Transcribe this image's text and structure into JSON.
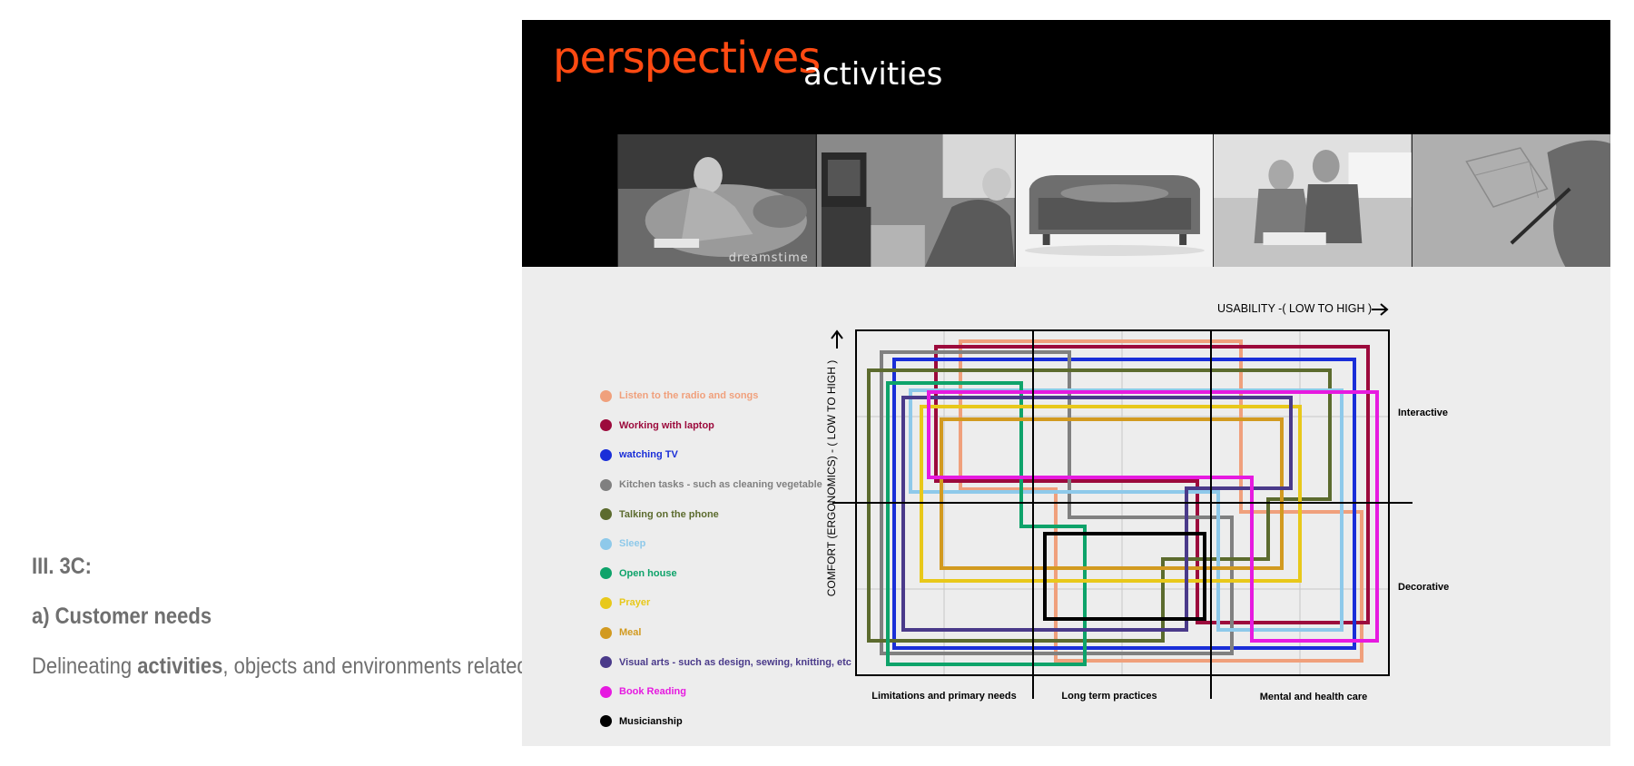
{
  "left_panel": {
    "section_number": "III. 3C:",
    "section_title": "a) Customer needs",
    "description_prefix": "Delineating ",
    "description_bold": "activities",
    "description_suffix": ", objects and environments related to the product."
  },
  "header": {
    "brand": "perspectives",
    "subtitle": "activities",
    "watermark": "dreamstime"
  },
  "diagram": {
    "usability_label": "USABILITY -( LOW TO HIGH )",
    "comfort_label": "COMFORT (ERGONOMICS) - ( LOW TO HIGH )",
    "columns": [
      "Limitations and primary needs",
      "Long term practices",
      "Mental and health care"
    ],
    "rows": [
      "Interactive",
      "Decorative"
    ]
  },
  "legend": [
    {
      "label": "Listen to the radio and songs",
      "color": "#f0a07c"
    },
    {
      "label": "Working with laptop",
      "color": "#9c0a3c"
    },
    {
      "label": "watching TV",
      "color": "#1a2ed8"
    },
    {
      "label": "Kitchen tasks - such as cleaning vegetable",
      "color": "#808080"
    },
    {
      "label": "Talking on the phone",
      "color": "#5c6b2e"
    },
    {
      "label": "Sleep",
      "color": "#8ec9ea"
    },
    {
      "label": "Open house",
      "color": "#0ea36a"
    },
    {
      "label": "Prayer",
      "color": "#e8c81a"
    },
    {
      "label": "Meal",
      "color": "#d29a20"
    },
    {
      "label": "Visual arts - such as design, sewing, knitting, etc",
      "color": "#4a3a8a"
    },
    {
      "label": "Book Reading",
      "color": "#e61ae0"
    },
    {
      "label": "Musicianship",
      "color": "#000000"
    }
  ]
}
